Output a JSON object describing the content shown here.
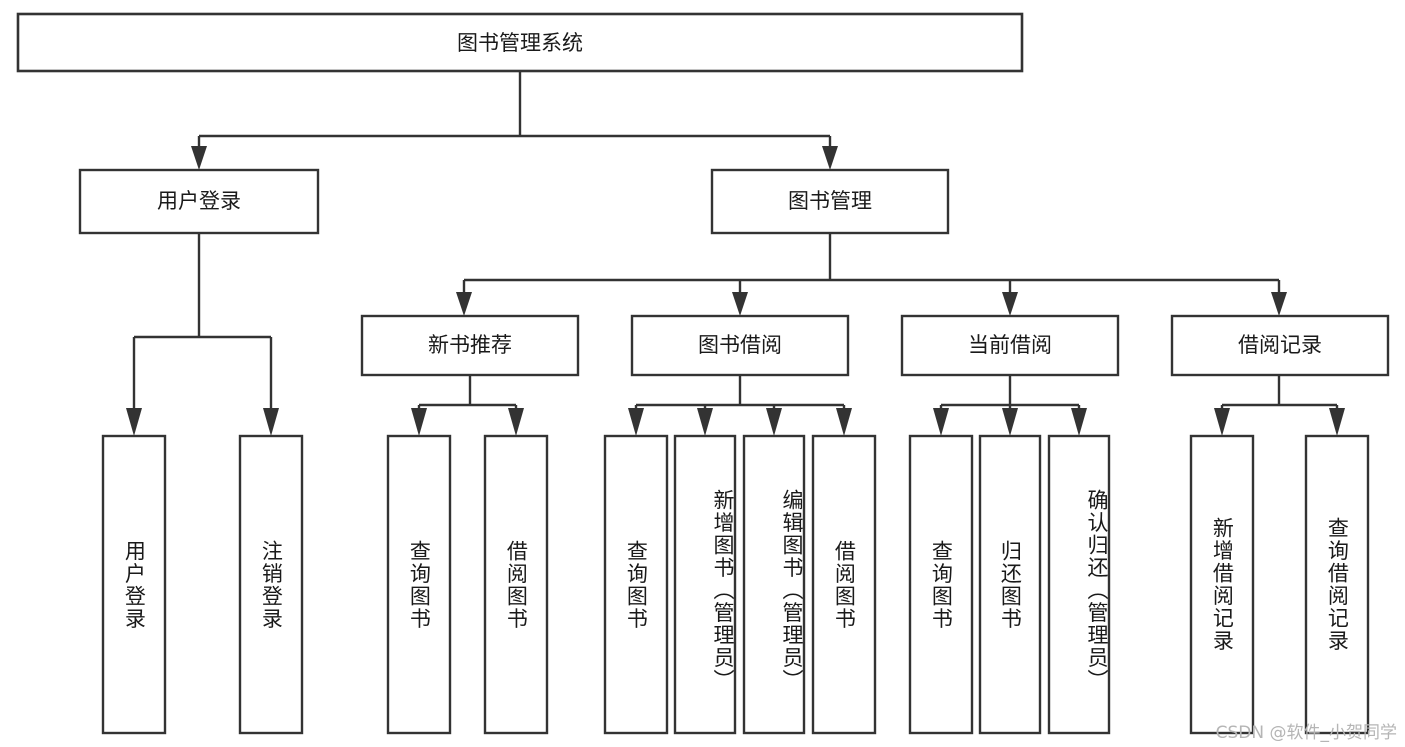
{
  "diagram": {
    "title": "图书管理系统",
    "type": "tree-hierarchy-chart",
    "orientation": "top-down",
    "colors": {
      "box_fill": "#ffffff",
      "box_stroke": "#333333",
      "text": "#1a1a1a",
      "background": "#ffffff",
      "watermark": "#b5b5b5"
    },
    "root": {
      "id": "root",
      "label": "图书管理系统"
    },
    "level2": [
      {
        "id": "user-login",
        "label": "用户登录"
      },
      {
        "id": "book-management",
        "label": "图书管理"
      }
    ],
    "level3": [
      {
        "id": "new-book-recommend",
        "label": "新书推荐",
        "parent": "book-management"
      },
      {
        "id": "book-borrow",
        "label": "图书借阅",
        "parent": "book-management"
      },
      {
        "id": "current-borrow",
        "label": "当前借阅",
        "parent": "book-management"
      },
      {
        "id": "borrow-record",
        "label": "借阅记录",
        "parent": "book-management"
      }
    ],
    "leaves": {
      "user-login": [
        {
          "id": "leaf-user-login",
          "label": "用户登录"
        },
        {
          "id": "leaf-logout-login",
          "label": "注销登录"
        }
      ],
      "new-book-recommend": [
        {
          "id": "leaf-query-book-1",
          "label": "查询图书"
        },
        {
          "id": "leaf-borrow-book-1",
          "label": "借阅图书"
        }
      ],
      "book-borrow": [
        {
          "id": "leaf-query-book-2",
          "label": "查询图书"
        },
        {
          "id": "leaf-add-book",
          "label": "新增图书（管理员）"
        },
        {
          "id": "leaf-edit-book",
          "label": "编辑图书（管理员）"
        },
        {
          "id": "leaf-borrow-book-2",
          "label": "借阅图书"
        }
      ],
      "current-borrow": [
        {
          "id": "leaf-query-book-3",
          "label": "查询图书"
        },
        {
          "id": "leaf-return-book",
          "label": "归还图书"
        },
        {
          "id": "leaf-confirm-return",
          "label": "确认归还（管理员）"
        }
      ],
      "borrow-record": [
        {
          "id": "leaf-add-record",
          "label": "新增借阅记录"
        },
        {
          "id": "leaf-query-record",
          "label": "查询借阅记录"
        }
      ]
    }
  },
  "watermark": {
    "text": "CSDN @软件_小贺同学"
  }
}
